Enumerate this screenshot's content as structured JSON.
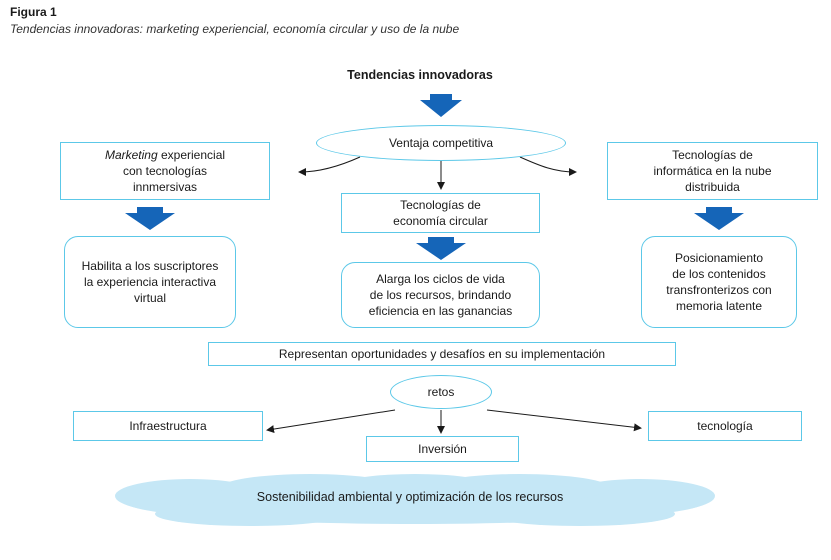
{
  "figure": {
    "label": "Figura 1",
    "caption": "Tendencias innovadoras: marketing experiencial, economía circular y uso de la nube"
  },
  "diagram": {
    "title": "Tendencias innovadoras",
    "center_ellipse": "Ventaja competitiva",
    "left_box": {
      "italic": "Marketing",
      "rest": " experiencial",
      "line2": "con tecnologías",
      "line3": "innmersivas"
    },
    "center_box": {
      "line1": "Tecnologías de",
      "line2": "economía circular"
    },
    "right_box": {
      "line1": "Tecnologías de",
      "line2": "informática en la nube",
      "line3": "distribuida"
    },
    "left_result": {
      "line1": "Habilita a los suscriptores",
      "line2": "la experiencia interactiva",
      "line3": "virtual"
    },
    "center_result": {
      "line1": "Alarga los ciclos de vida",
      "line2": "de los recursos, brindando",
      "line3": "eficiencia en las ganancias"
    },
    "right_result": {
      "line1": "Posicionamiento",
      "line2": "de los contenidos",
      "line3": "transfronterizos con",
      "line4": "memoria latente"
    },
    "opportunities": "Representan oportunidades y desafíos en su implementación",
    "retos": "retos",
    "infra": "Infraestructura",
    "inversion": "Inversión",
    "tecnologia": "tecnología",
    "cloud": "Sostenibilidad ambiental y optimización de los recursos"
  },
  "colors": {
    "box_border": "#5cc8e8",
    "block_arrow": "#1565b8",
    "cloud_fill": "#c5e7f6"
  }
}
